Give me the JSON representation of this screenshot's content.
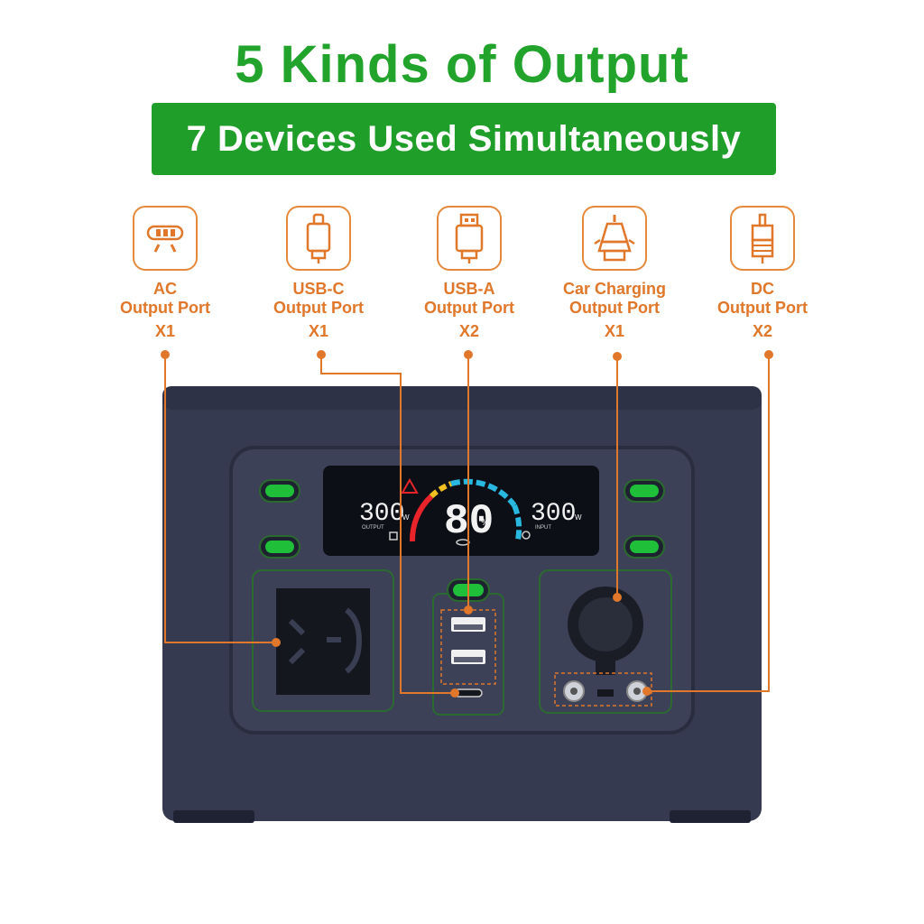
{
  "header": {
    "title": "5 Kinds of Output",
    "banner": "7 Devices Used Simultaneously"
  },
  "ports": [
    {
      "icon": "ac-plug-icon",
      "line1": "AC",
      "line2": "Output Port",
      "count": "X1"
    },
    {
      "icon": "usb-c-icon",
      "line1": "USB-C",
      "line2": "Output Port",
      "count": "X1"
    },
    {
      "icon": "usb-a-icon",
      "line1": "USB-A",
      "line2": "Output Port",
      "count": "X2"
    },
    {
      "icon": "car-charger-icon",
      "line1": "Car Charging",
      "line2": "Output Port",
      "count": "X1"
    },
    {
      "icon": "dc-plug-icon",
      "line1": "DC",
      "line2": "Output Port",
      "count": "X2"
    }
  ],
  "display": {
    "output_value": "300",
    "output_unit": "W",
    "output_label": "OUTPUT",
    "battery_value": "80",
    "battery_unit": "%",
    "input_value": "300",
    "input_unit": "W",
    "input_label": "INPUT"
  },
  "colors": {
    "title_green": "#22a32b",
    "banner_green": "#1f9e2a",
    "accent_orange": "#e0772a",
    "device_body": "#3a3d52",
    "screen": "#0d0f16"
  }
}
